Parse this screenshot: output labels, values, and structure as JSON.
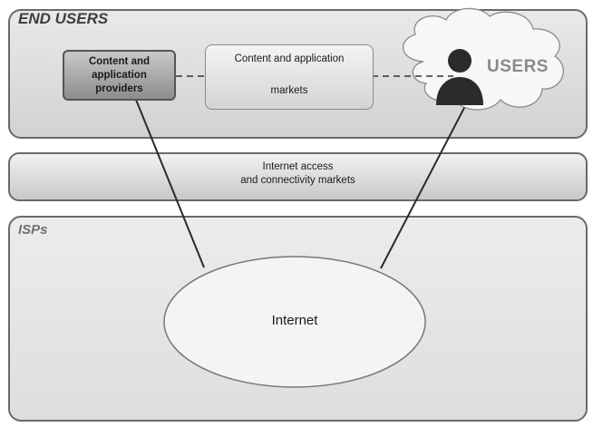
{
  "zones": {
    "end_users": "END USERS",
    "isps": "ISPs"
  },
  "boxes": {
    "providers": [
      "Content and",
      "application",
      "providers"
    ],
    "markets": [
      "Content and application",
      "markets"
    ]
  },
  "access": [
    "Internet access",
    "and connectivity markets"
  ],
  "internet": "Internet",
  "users": "USERS",
  "icons": {
    "users_cloud": "cloud-icon",
    "user": "user-icon"
  }
}
